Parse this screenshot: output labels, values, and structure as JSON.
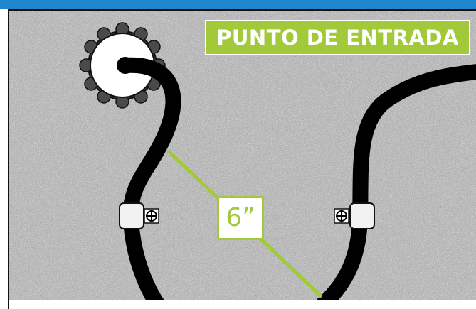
{
  "labels": {
    "entry_point": "PUNTO DE ENTRADA",
    "distance": "6”"
  },
  "colors": {
    "header_bar": "#1f86d0",
    "accent_green": "#a2c93a",
    "cable": "#000000",
    "concrete": "#a9a9a9"
  },
  "icons": {
    "entry_hole": "gear-shaped-wall-entry",
    "clip_left": "cable-clip-with-screw",
    "clip_right": "cable-clip-with-screw"
  }
}
